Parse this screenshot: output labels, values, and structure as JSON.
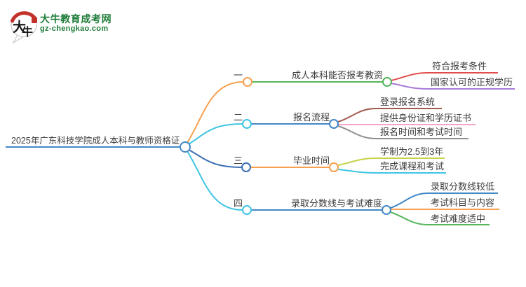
{
  "logo": {
    "bubble_char_top": "大",
    "bubble_char_bottom": "牛",
    "site_name": "大牛教育成考网",
    "site_domain": "gz-chengkao.com"
  },
  "palette": {
    "blue": "#4287c7",
    "dark_blue": "#3a6db4",
    "cyan": "#3ec5e2",
    "orange": "#f7a050",
    "green": "#55b65a",
    "red": "#e34c4c",
    "purple": "#a77bd8",
    "brown": "#a2594e",
    "pink": "#f2a5ca",
    "gray": "#8f8f8f",
    "yellow_green": "#c6d24c",
    "text": "#3c3c3c",
    "logo_green": "#1e7c38",
    "logo_red": "#c2312a",
    "bubble_outline": "#c9c9c9",
    "ink": "#1a1a1a"
  },
  "mindmap": {
    "root_label": "2025年广东科技学院成人本科与教师资格证",
    "branches": [
      {
        "index_label": "一",
        "topic": "成人本科能否报考教资",
        "children": [
          "符合报考条件",
          "国家认可的正规学历"
        ]
      },
      {
        "index_label": "二",
        "topic": "报名流程",
        "children": [
          "登录报名系统",
          "提供身份证和学历证书",
          "报名时间和考试时间"
        ]
      },
      {
        "index_label": "三",
        "topic": "毕业时间",
        "children": [
          "学制为2.5到3年",
          "完成课程和考试"
        ]
      },
      {
        "index_label": "四",
        "topic": "录取分数线与考试难度",
        "children": [
          "录取分数线较低",
          "考试科目与内容",
          "考试难度适中"
        ]
      }
    ]
  }
}
